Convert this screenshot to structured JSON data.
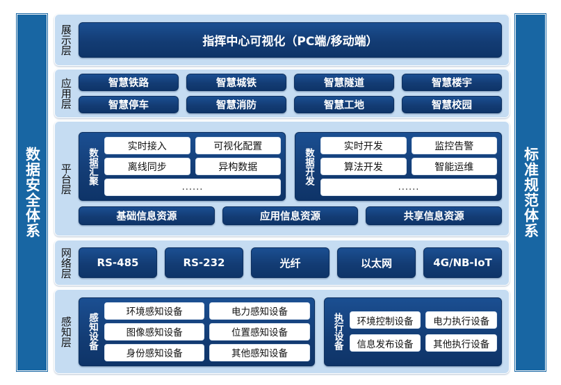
{
  "pillars": {
    "left": "数据安全体系",
    "right": "标准规范体系"
  },
  "layers": {
    "presentation": {
      "label": "展示层",
      "box": "指挥中心可视化（PC端/移动端）"
    },
    "application": {
      "label": "应用层",
      "items": [
        "智慧铁路",
        "智慧城铁",
        "智慧隧道",
        "智慧楼宇",
        "智慧停车",
        "智慧消防",
        "智慧工地",
        "智慧校园"
      ]
    },
    "platform": {
      "label": "平台层",
      "groups": [
        {
          "title": "数据汇聚",
          "items": [
            "实时接入",
            "可视化配置",
            "离线同步",
            "异构数据"
          ],
          "more": "......"
        },
        {
          "title": "数据开发",
          "items": [
            "实时开发",
            "监控告警",
            "算法开发",
            "智能运维"
          ],
          "more": "......"
        }
      ],
      "resources": [
        "基础信息资源",
        "应用信息资源",
        "共享信息资源"
      ]
    },
    "network": {
      "label": "网络层",
      "items": [
        "RS-485",
        "RS-232",
        "光纤",
        "以太网",
        "4G/NB-IoT"
      ]
    },
    "sensing": {
      "label": "感知层",
      "groups": [
        {
          "title": "感知设备",
          "items": [
            "环境感知设备",
            "电力感知设备",
            "图像感知设备",
            "位置感知设备",
            "身份感知设备",
            "其他感知设备"
          ]
        },
        {
          "title": "执行设备",
          "items": [
            "环境控制设备",
            "电力执行设备",
            "信息发布设备",
            "其他执行设备"
          ]
        }
      ]
    }
  },
  "colors": {
    "pillar_blue": "#1866A3",
    "panel_blue": "#C5DCF2",
    "block_blue": "#133C74",
    "white": "#FFFFFF"
  }
}
